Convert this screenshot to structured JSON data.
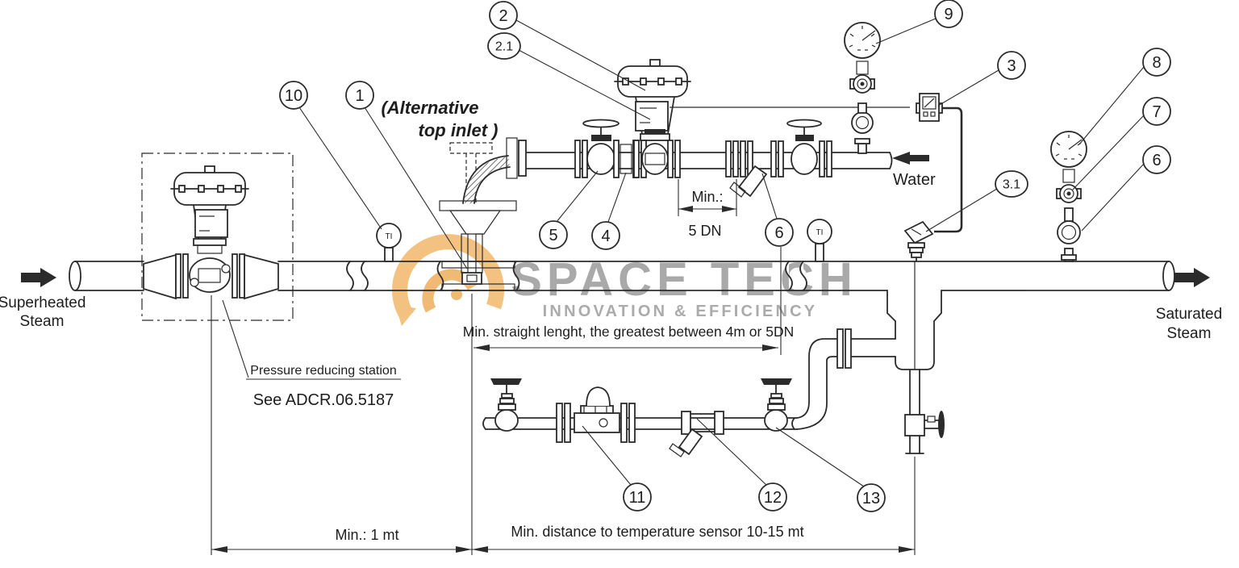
{
  "watermark": {
    "brand": "SPACE TECH",
    "tagline": "INNOVATION & EFFICIENCY",
    "logo_color": "#F2BC74",
    "text_color": "#9B9B9B"
  },
  "flow": {
    "inlet_line1": "Superheated",
    "inlet_line2": "Steam",
    "outlet_line1": "Saturated",
    "outlet_line2": "Steam",
    "water": "Water"
  },
  "annotations": {
    "alt_inlet_line1": "(Alternative",
    "alt_inlet_line2": "top inlet )",
    "min_5dn_label": "Min.:",
    "min_5dn_value": "5 DN",
    "straight_length": "Min. straight lenght, the greatest between 4m or 5DN",
    "prs_title": "Pressure reducing station",
    "prs_ref": "See  ADCR.06.5187",
    "min_1mt": "Min.: 1 mt",
    "temp_distance": "Min. distance to temperature sensor 10-15 mt"
  },
  "balloons": {
    "b1": "1",
    "b2": "2",
    "b2_1": "2.1",
    "b3": "3",
    "b3_1": "3.1",
    "b4": "4",
    "b5": "5",
    "b6": "6",
    "b7": "7",
    "b8": "8",
    "b9": "9",
    "b10": "10",
    "b11": "11",
    "b12": "12",
    "b13": "13"
  },
  "instruments": {
    "ti": "TI"
  },
  "colors": {
    "line": "#2B2B2B",
    "background": "#FFFFFF"
  }
}
